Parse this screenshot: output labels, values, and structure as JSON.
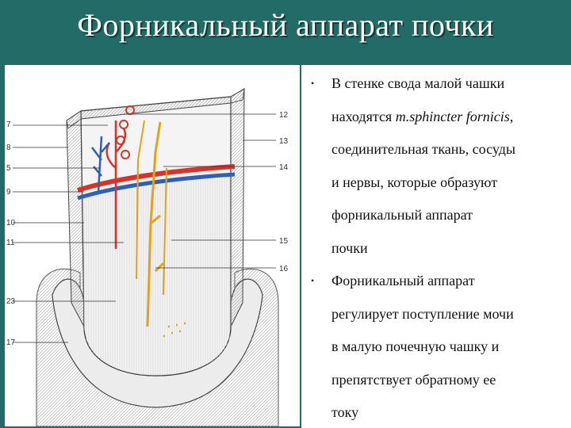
{
  "slide": {
    "title": "Форникальный аппарат почки"
  },
  "figure": {
    "labels_left": [
      "7",
      "8",
      "5",
      "9",
      "10",
      "11",
      "23",
      "17"
    ],
    "labels_right": [
      "12",
      "13",
      "14",
      "15",
      "16"
    ]
  },
  "bullets": [
    {
      "lines": [
        "В стенке свода малой чашки",
        "находятся m.sphincter fornicis,",
        "соединительная ткань, сосуды",
        "и нервы, которые образуют",
        "форникальный аппарат",
        "почки"
      ]
    },
    {
      "lines": [
        "Форникальный аппарат",
        "регулирует поступление мочи",
        "в малую почечную чашку и",
        "препятствует обратному ее",
        "току"
      ]
    }
  ],
  "colors": {
    "background": "#236b67",
    "artery": "#d8332b",
    "vein": "#2f5fb8",
    "nerve": "#e0a21c"
  }
}
